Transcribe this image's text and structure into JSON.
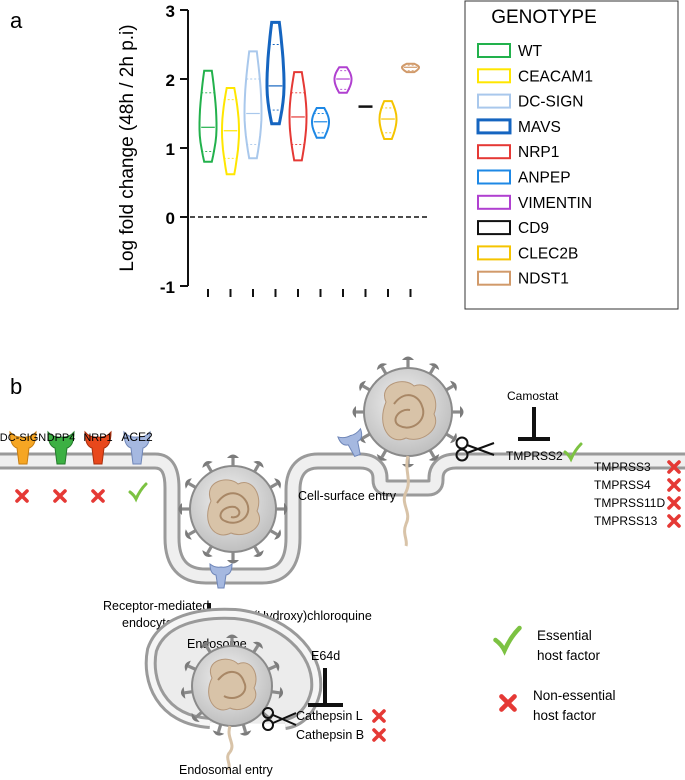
{
  "panel_a": {
    "label": "a",
    "ylabel": "Log fold change (48h / 2h p.i)",
    "yticks": [
      "3",
      "2",
      "1",
      "0",
      "-1"
    ],
    "legend_title": "GENOTYPE"
  },
  "chart_data": {
    "type": "violin",
    "ylim": [
      -1,
      3
    ],
    "ylabel": "Log fold change (48h / 2h p.i)",
    "reference_line": 0,
    "legend_title": "GENOTYPE",
    "legend_position": "right",
    "series": [
      {
        "name": "WT",
        "color": "#22b14c",
        "min": 0.8,
        "q1": 0.95,
        "median": 1.3,
        "q3": 1.8,
        "max": 2.12
      },
      {
        "name": "CEACAM1",
        "color": "#ffe600",
        "min": 0.62,
        "q1": 0.85,
        "median": 1.25,
        "q3": 1.7,
        "max": 1.87
      },
      {
        "name": "DC-SIGN",
        "color": "#a9c8ec",
        "min": 0.85,
        "q1": 1.05,
        "median": 1.5,
        "q3": 2.0,
        "max": 2.4
      },
      {
        "name": "MAVS",
        "color": "#1565c0",
        "min": 1.35,
        "q1": 1.55,
        "median": 1.9,
        "q3": 2.5,
        "max": 2.82
      },
      {
        "name": "NRP1",
        "color": "#e53935",
        "min": 0.82,
        "q1": 1.05,
        "median": 1.45,
        "q3": 1.8,
        "max": 2.1
      },
      {
        "name": "ANPEP",
        "color": "#1e88e5",
        "min": 1.15,
        "q1": 1.22,
        "median": 1.38,
        "q3": 1.5,
        "max": 1.58
      },
      {
        "name": "VIMENTIN",
        "color": "#b040d0",
        "min": 1.8,
        "q1": 1.85,
        "median": 2.0,
        "q3": 2.12,
        "max": 2.17
      },
      {
        "name": "CD9",
        "color": "#111111",
        "min": 1.6,
        "q1": 1.6,
        "median": 1.6,
        "q3": 1.6,
        "max": 1.6
      },
      {
        "name": "CLEC2B",
        "color": "#f5c400",
        "min": 1.13,
        "q1": 1.22,
        "median": 1.42,
        "q3": 1.58,
        "max": 1.68
      },
      {
        "name": "NDST1",
        "color": "#d19a6a",
        "min": 2.1,
        "q1": 2.12,
        "median": 2.17,
        "q3": 2.2,
        "max": 2.22
      }
    ]
  },
  "panel_b": {
    "label": "b",
    "receptors": [
      {
        "name": "DC-SIGN",
        "color": "#f6a623",
        "essential": false
      },
      {
        "name": "DPP4",
        "color": "#3cb043",
        "essential": false
      },
      {
        "name": "NRP1",
        "color": "#e8481c",
        "essential": false
      },
      {
        "name": "ACE2",
        "color": "#a5b8e0",
        "essential": true
      }
    ],
    "cell_surface_entry": "Cell-surface entry",
    "camostat": "Camostat",
    "tmprss2": "TMPRSS2",
    "tmprss_others": [
      "TMPRSS3",
      "TMPRSS4",
      "TMPRSS11D",
      "TMPRSS13"
    ],
    "receptor_mediated": [
      "Receptor-mediated",
      "endocytosis"
    ],
    "chloroquine": "(Hydroxy)chloroquine",
    "endosome": "Endosome",
    "e64d": "E64d",
    "cathepsins": [
      {
        "name": "Cathepsin L",
        "essential": false
      },
      {
        "name": "Cathepsin B",
        "essential": false
      }
    ],
    "endosomal_entry": "Endosomal entry",
    "legend": {
      "essential": [
        "Essential",
        "host factor"
      ],
      "non_essential": [
        "Non-essential",
        "host factor"
      ]
    },
    "colors": {
      "check": "#7cc242",
      "cross": "#e53935"
    }
  }
}
